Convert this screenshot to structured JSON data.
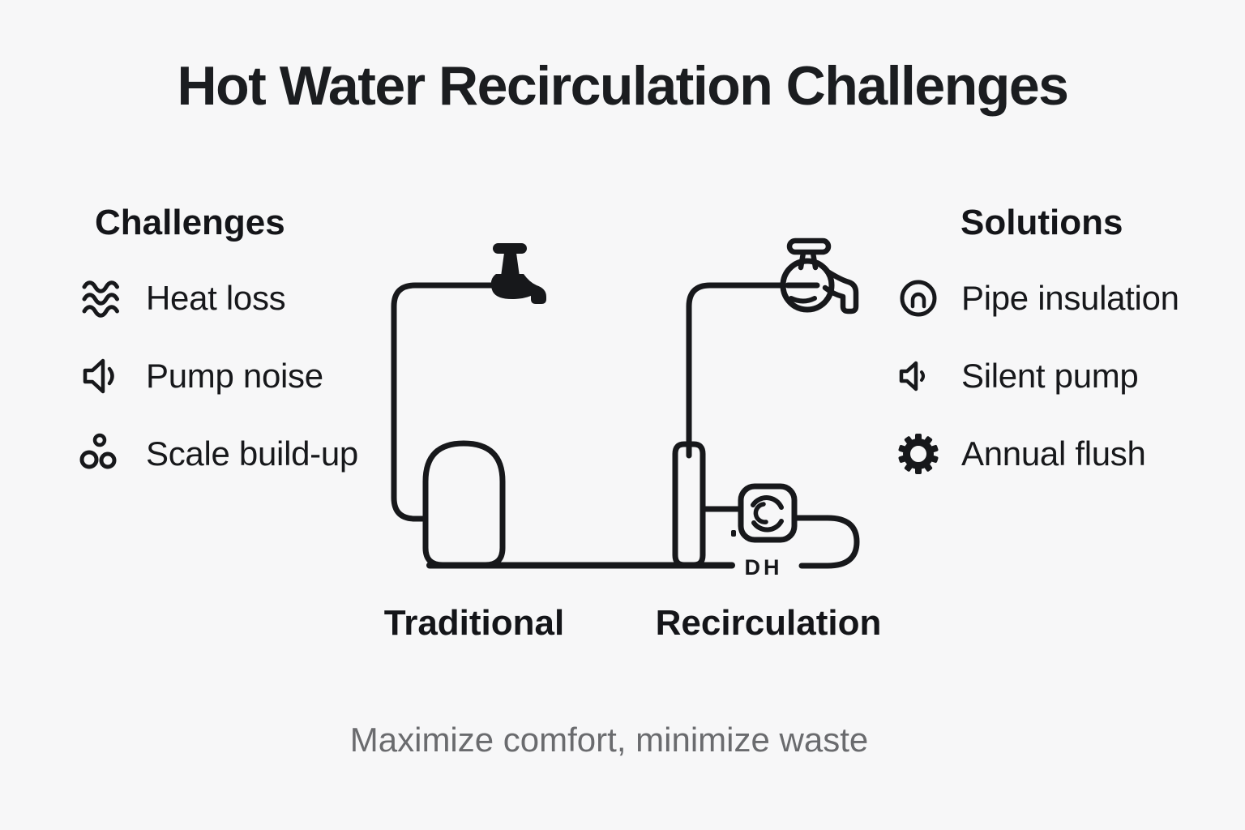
{
  "title": "Hot Water Recirculation Challenges",
  "challenges": {
    "header": "Challenges",
    "items": [
      {
        "icon": "heat-waves-icon",
        "label": "Heat loss"
      },
      {
        "icon": "speaker-icon",
        "label": "Pump noise"
      },
      {
        "icon": "scale-bubbles-icon",
        "label": "Scale build-up"
      }
    ]
  },
  "solutions": {
    "header": "Solutions",
    "items": [
      {
        "icon": "pipe-insulation-icon",
        "label": "Pipe insulation"
      },
      {
        "icon": "silent-pump-icon",
        "label": "Silent pump"
      },
      {
        "icon": "gear-icon",
        "label": "Annual flush"
      }
    ]
  },
  "diagram": {
    "left_label": "Traditional",
    "right_label": "Recirculation",
    "pump_tag": "DH"
  },
  "tagline": "Maximize comfort, minimize waste",
  "colors": {
    "background": "#f7f7f8",
    "ink": "#17181b",
    "muted": "#6a6b6e"
  }
}
